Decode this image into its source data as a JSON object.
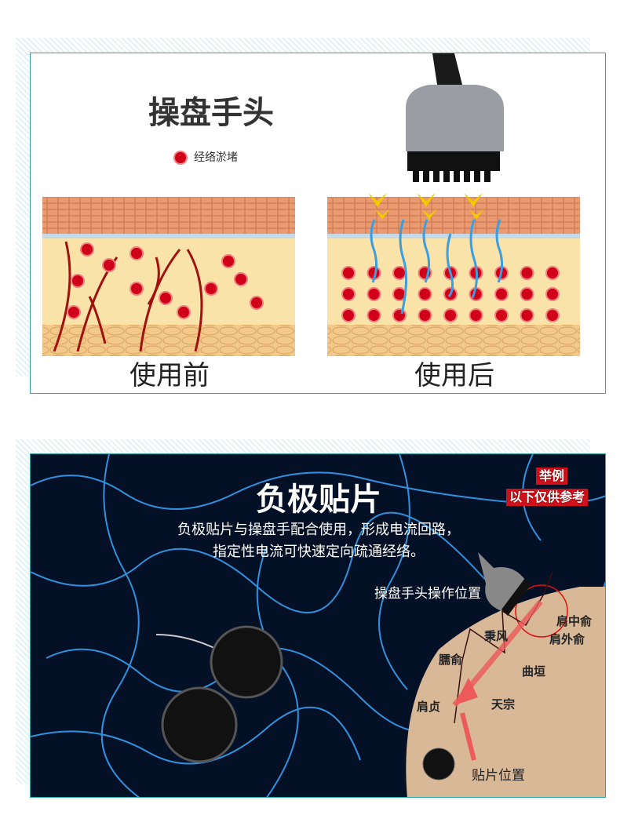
{
  "top": {
    "title": "操盘手头",
    "legend": "经络淤堵",
    "before_label": "使用前",
    "after_label": "使用后"
  },
  "bottom": {
    "title": "负极贴片",
    "desc_line1": "负极贴片与操盘手配合使用，形成电流回路，",
    "desc_line2": "指定性电流可快速定向疏通经络。",
    "badge_line1": "举例",
    "badge_line2": "以下仅供参考",
    "handle_position": "操盘手头操作位置",
    "pad_position": "贴片位置",
    "acupoints": [
      "肩中俞",
      "肩外俞",
      "秉风",
      "曲垣",
      "臑俞",
      "天宗",
      "肩贞"
    ]
  },
  "colors": {
    "border": "#2aa7a8",
    "blood": "#d00018",
    "arrow": "#3a9ee0",
    "badge": "#d0101a"
  }
}
